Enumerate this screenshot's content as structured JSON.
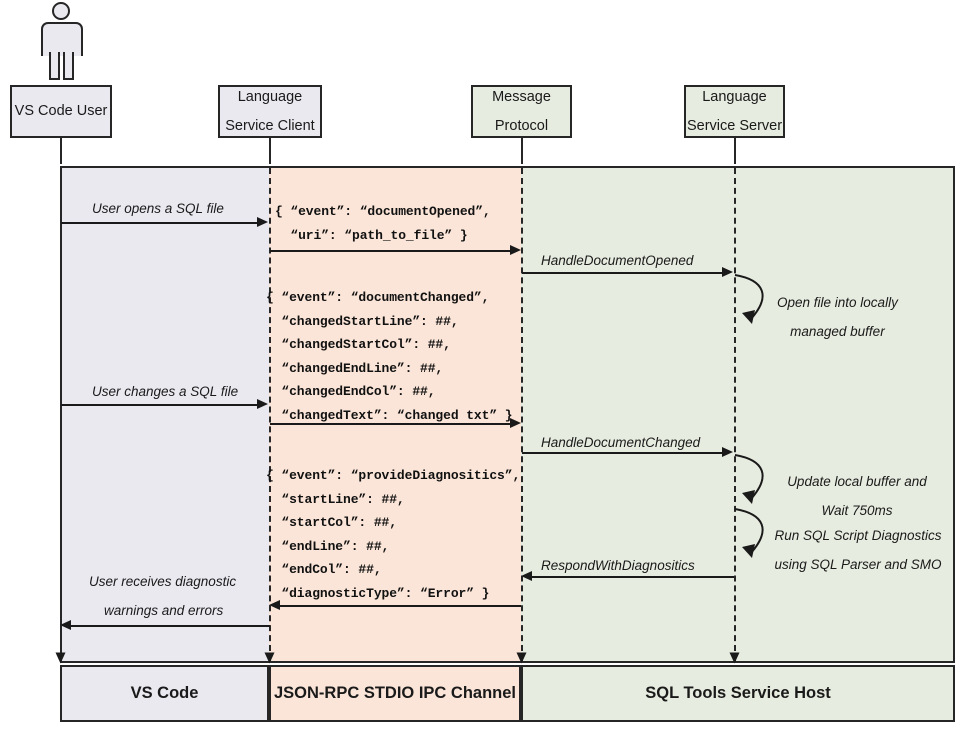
{
  "diagram": {
    "title": "SQL Tools Service sequence diagram",
    "colors": {
      "lavender": "#ebe9f0",
      "peach": "#fbe5d8",
      "green": "#e7ece0",
      "stroke": "#262626"
    }
  },
  "actor": {
    "icon": "person-icon",
    "name": "VS Code User"
  },
  "participants": [
    {
      "id": "vscode-user",
      "line1": "VS Code User",
      "line2": "",
      "tint": "lavender"
    },
    {
      "id": "lang-svc-client",
      "line1": "Language",
      "line2": "Service Client",
      "tint": "lavender"
    },
    {
      "id": "message-protocol",
      "line1": "Message",
      "line2": "Protocol",
      "tint": "green"
    },
    {
      "id": "lang-svc-server",
      "line1": "Language",
      "line2": "Service Server",
      "tint": "green"
    }
  ],
  "zones": [
    {
      "id": "zone-vscode",
      "label": "VS Code",
      "tint": "lavender"
    },
    {
      "id": "zone-jsonrpc",
      "label": "JSON-RPC STDIO IPC Channel",
      "tint": "peach"
    },
    {
      "id": "zone-sqltools",
      "label": "SQL Tools Service Host",
      "tint": "green"
    }
  ],
  "messages": [
    {
      "id": "msg-user-opens",
      "label": "User opens a SQL file",
      "direction": "right"
    },
    {
      "id": "msg-handle-opened",
      "label": "HandleDocumentOpened",
      "direction": "right"
    },
    {
      "id": "msg-user-changes",
      "label": "User changes a SQL file",
      "direction": "right"
    },
    {
      "id": "msg-handle-changed",
      "label": "HandleDocumentChanged",
      "direction": "right"
    },
    {
      "id": "msg-respond-diag",
      "label": "RespondWithDiagnositics",
      "direction": "left"
    },
    {
      "id": "msg-user-receives-1",
      "label": "User receives diagnostic",
      "direction": "left"
    },
    {
      "id": "msg-user-receives-2",
      "label": "warnings and errors",
      "direction": "left"
    }
  ],
  "self_notes": [
    {
      "id": "note-open-file",
      "line1": "Open file into locally",
      "line2": "managed buffer"
    },
    {
      "id": "note-update-buffer",
      "line1": "Update local buffer and",
      "line2": "Wait 750ms"
    },
    {
      "id": "note-run-diag",
      "line1": "Run SQL Script Diagnostics",
      "line2": "using SQL Parser and SMO"
    }
  ],
  "payloads": [
    {
      "id": "payload-document-opened",
      "lines": [
        "{ “event”: “documentOpened”,",
        "  “uri”: “path_to_file” }"
      ]
    },
    {
      "id": "payload-document-changed",
      "lines": [
        "{ “event”: “documentChanged”,",
        "  “changedStartLine”: ##,",
        "  “changedStartCol”: ##,",
        "  “changedEndLine”: ##,",
        "  “changedEndCol”: ##,",
        "  “changedText”: “changed txt” }"
      ]
    },
    {
      "id": "payload-provide-diagnostics",
      "lines": [
        "{ “event”: “provideDiagnositics”,",
        "  “startLine”: ##,",
        "  “startCol”: ##,",
        "  “endLine”: ##,",
        "  “endCol”: ##,",
        "  “diagnosticType”: “Error” }"
      ]
    }
  ]
}
